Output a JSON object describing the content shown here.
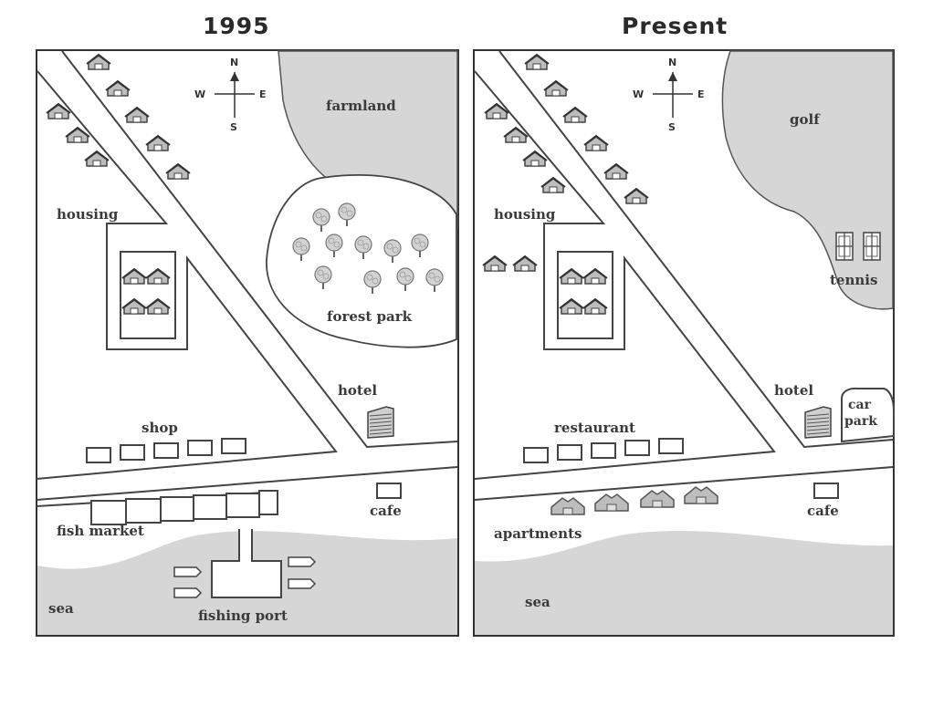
{
  "maps": [
    {
      "title": "1995",
      "compass": {
        "n": "N",
        "s": "S",
        "e": "E",
        "w": "W",
        "icon": "compass-icon"
      },
      "labels": {
        "farmland": "farmland",
        "housing": "housing",
        "forest_park": "forest park",
        "hotel": "hotel",
        "shop": "shop",
        "cafe": "cafe",
        "fish_market": "fish market",
        "sea": "sea",
        "fishing_port": "fishing port"
      }
    },
    {
      "title": "Present",
      "compass": {
        "n": "N",
        "s": "S",
        "e": "E",
        "w": "W",
        "icon": "compass-icon"
      },
      "labels": {
        "golf": "golf",
        "tennis": "tennis",
        "housing": "housing",
        "hotel": "hotel",
        "car_park": "car park",
        "restaurant": "restaurant",
        "cafe": "cafe",
        "apartments": "apartments",
        "sea": "sea"
      }
    }
  ],
  "colors": {
    "land": "#ffffff",
    "water": "#d6d6d6",
    "line": "#4a4a4a"
  },
  "icons": [
    "house-icon",
    "tree-icon",
    "building-icon",
    "tennis-court-icon",
    "boat-icon",
    "compass-icon"
  ]
}
